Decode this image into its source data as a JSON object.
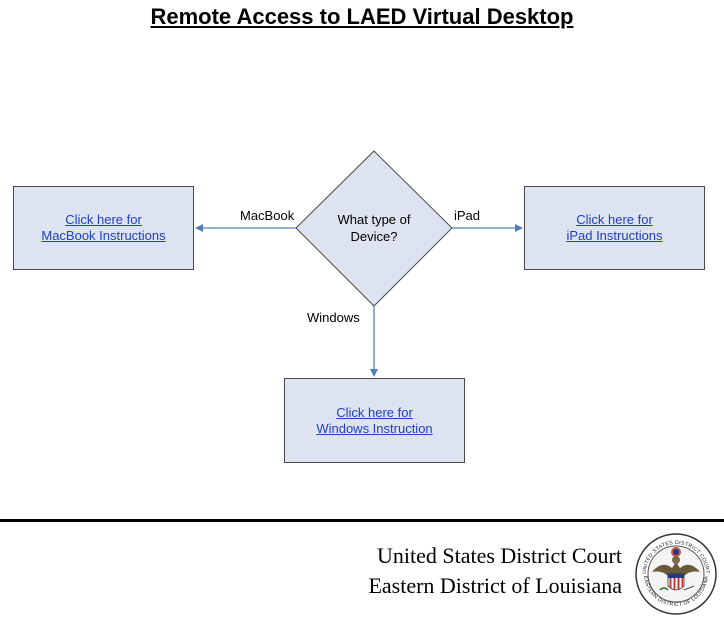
{
  "title": "Remote Access to LAED Virtual Desktop",
  "decision": {
    "line1": "What type of",
    "line2": "Device?"
  },
  "edges": {
    "macbook": "MacBook",
    "ipad": "iPad",
    "windows": "Windows"
  },
  "boxes": {
    "macbook": {
      "line1": "Click here for",
      "line2": "MacBook Instructions"
    },
    "ipad": {
      "line1": "Click here for",
      "line2": "iPad Instructions"
    },
    "windows": {
      "line1": "Click here for",
      "line2": "Windows Instruction"
    }
  },
  "footer": {
    "line1": "United States District Court",
    "line2": "Eastern District of Louisiana"
  },
  "seal": {
    "text_top": "UNITED STATES DISTRICT COURT",
    "text_bottom": "EASTERN DISTRICT OF LOUISIANA"
  },
  "colors": {
    "box_fill": "#dde3f0",
    "arrow": "#4f81bd",
    "link": "#1f3fc8"
  }
}
